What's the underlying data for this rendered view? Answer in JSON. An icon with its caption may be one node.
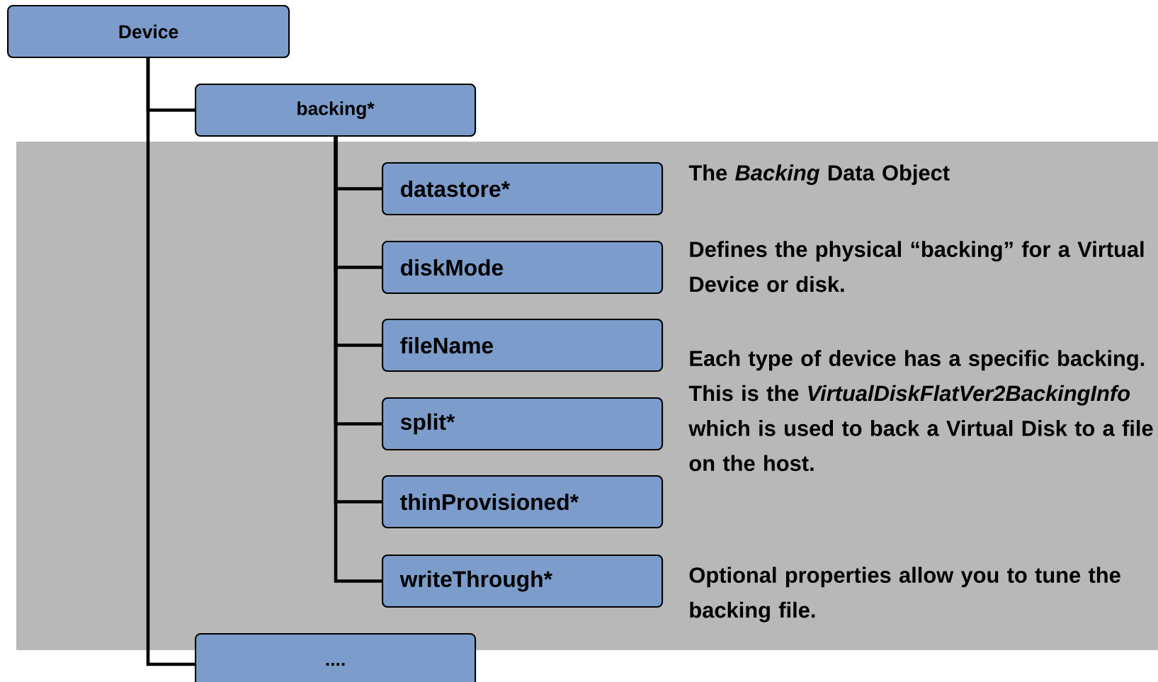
{
  "diagram": {
    "nodes": [
      {
        "text": [
          "Device"
        ]
      },
      {
        "text": [
          "backing*"
        ]
      },
      {
        "text": [
          "datastore*"
        ]
      },
      {
        "text": [
          "diskMode"
        ]
      },
      {
        "text": [
          "fileName"
        ]
      },
      {
        "text": [
          "split*"
        ]
      },
      {
        "text": [
          "thinProvisioned*"
        ]
      },
      {
        "text": [
          "writeThrough*"
        ]
      },
      {
        "text": [
          "...."
        ]
      }
    ],
    "edges": [
      {
        "from": 0,
        "to": 1,
        "arrow": "none"
      },
      {
        "from": 1,
        "to": 2,
        "arrow": "none"
      },
      {
        "from": 1,
        "to": 3,
        "arrow": "none"
      },
      {
        "from": 1,
        "to": 4,
        "arrow": "none"
      },
      {
        "from": 1,
        "to": 5,
        "arrow": "none"
      },
      {
        "from": 1,
        "to": 6,
        "arrow": "none"
      },
      {
        "from": 1,
        "to": 7,
        "arrow": "none"
      },
      {
        "from": 0,
        "to": 8,
        "arrow": "none"
      }
    ],
    "labels": [
      "The *Backing* Data Object",
      "Defines the physical “backing” for a Virtual Device or disk.",
      "Each type of device has a specific backing.  This is the *VirtualDiskFlatVer2BackingInfo* which is used to back a Virtual Disk to a file on the host.",
      "Optional properties allow you to tune the backing file."
    ]
  }
}
